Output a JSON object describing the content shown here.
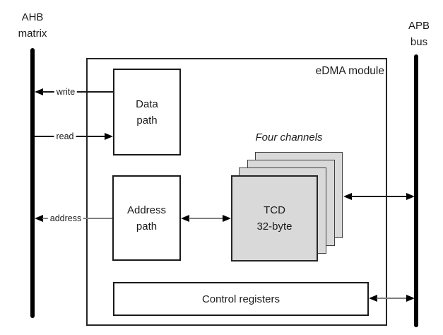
{
  "buses": {
    "ahb": {
      "line1": "AHB",
      "line2": "matrix"
    },
    "apb": {
      "line1": "APB",
      "line2": "bus"
    }
  },
  "module": {
    "title": "eDMA module"
  },
  "blocks": {
    "data_path": {
      "line1": "Data",
      "line2": "path"
    },
    "address_path": {
      "line1": "Address",
      "line2": "path"
    },
    "tcd": {
      "line1": "TCD",
      "line2": "32-byte"
    },
    "channels_note": "Four channels",
    "control_registers": {
      "label": "Control registers"
    }
  },
  "arrows": {
    "write_label": "write",
    "read_label": "read",
    "address_label": "address"
  },
  "colors": {
    "tcd_fill": "#d9d9d9",
    "box_border": "#262626",
    "arrow_black": "#1a1a1a",
    "arrow_gray": "#7f7f7f",
    "bus_black": "#000000"
  }
}
